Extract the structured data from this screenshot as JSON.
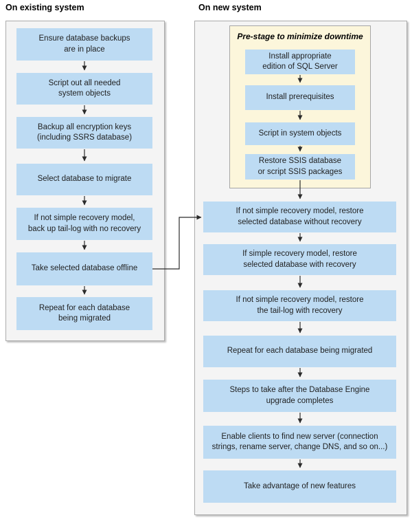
{
  "colors": {
    "step_box_blue": "#BDDBF3",
    "panel_gray": "#F4F4F4",
    "panel_border": "#ABABAB",
    "prestage_yellow": "#FCF6DB",
    "prestage_border": "#A6A6A6",
    "arrow": "#2B2B2B",
    "text": "#1F1F1F"
  },
  "existing": {
    "title": "On existing system",
    "steps": [
      {
        "text": "Ensure database backups\nare in place"
      },
      {
        "text": "Script out all needed\nsystem objects"
      },
      {
        "text": "Backup all encryption keys\n(including SSRS database)"
      },
      {
        "text": "Select database to migrate"
      },
      {
        "text": "If not simple recovery model,\nback up tail-log with no recovery"
      },
      {
        "text": "Take selected database offline"
      },
      {
        "text": "Repeat for each database\nbeing migrated"
      }
    ]
  },
  "new": {
    "title": "On new system",
    "prestage": {
      "title": "Pre-stage to minimize downtime",
      "steps": [
        {
          "text": "Install appropriate\nedition of SQL Server"
        },
        {
          "text": "Install prerequisites"
        },
        {
          "text": "Script in system objects"
        },
        {
          "text": "Restore SSIS database\nor script SSIS packages"
        }
      ]
    },
    "steps": [
      {
        "text": "If not simple recovery model, restore\nselected database without recovery"
      },
      {
        "text": "If simple recovery model, restore\nselected database with recovery"
      },
      {
        "text": "If not simple recovery model, restore\nthe tail-log with recovery"
      },
      {
        "text": "Repeat for each database being migrated"
      },
      {
        "text": "Steps to take after the Database Engine\nupgrade completes"
      },
      {
        "text": "Enable clients to find new server (connection\nstrings, rename server, change DNS, and so on...)"
      },
      {
        "text": "Take advantage of new features"
      }
    ]
  }
}
